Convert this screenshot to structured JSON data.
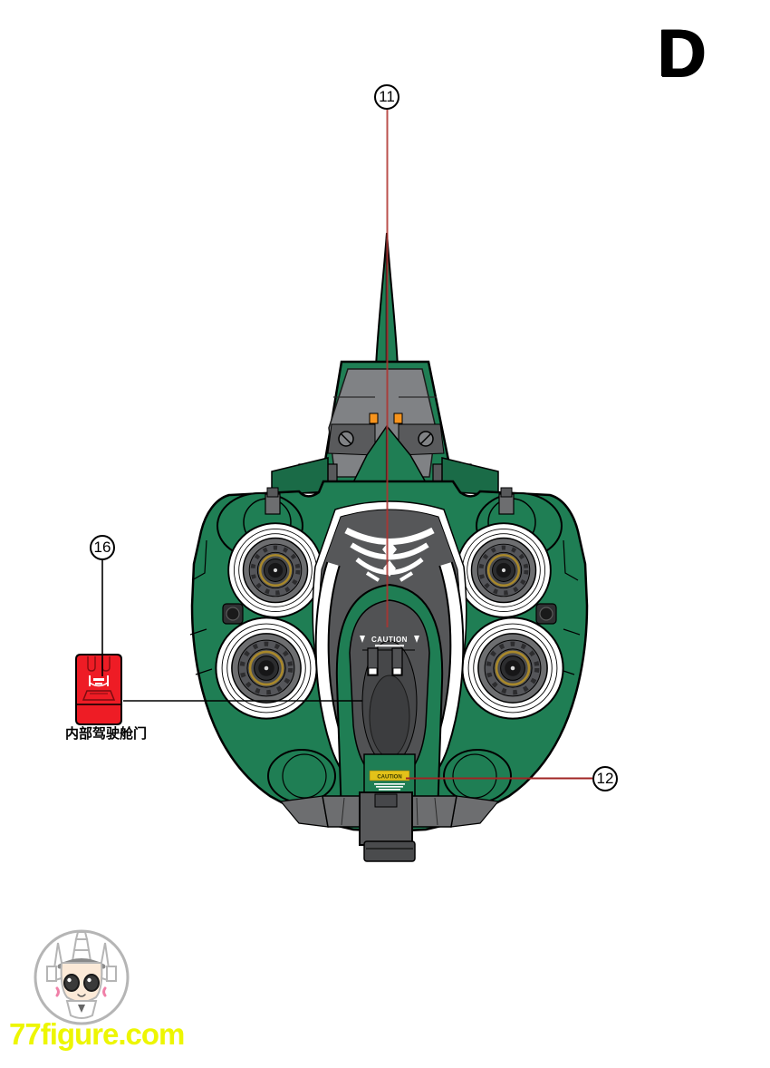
{
  "page": {
    "section_letter": "D"
  },
  "callouts": {
    "c11": {
      "label": "11"
    },
    "c16": {
      "label": "16"
    },
    "c12": {
      "label": "12"
    }
  },
  "part16": {
    "label": "内部驾驶舱门"
  },
  "decals": {
    "cockpit_caution": "CAUTION",
    "bottom_caution": "CAUTION"
  },
  "watermark": {
    "site": "77figure.com"
  },
  "colors": {
    "hull_green": "#1f7e54",
    "panel_gray": "#6d6e70",
    "dark_gray": "#58595b",
    "cockpit_gray": "#515254",
    "accent_orange": "#f7941d",
    "thruster_gold": "#a8882b",
    "part_red": "#ee1c25",
    "leader_red": "#b03330",
    "caution_yellow": "#e3c219",
    "watermark_yellow": "#edf602"
  }
}
